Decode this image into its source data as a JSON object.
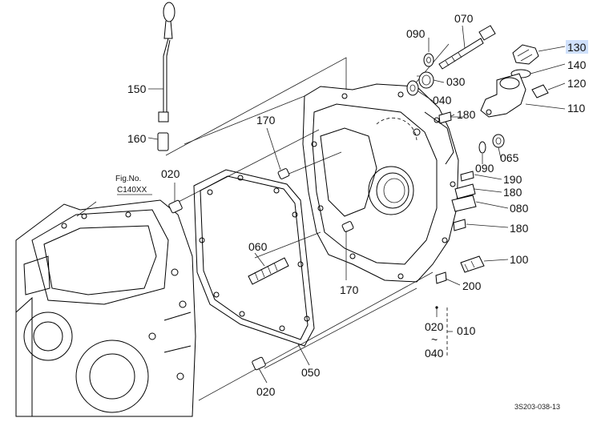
{
  "reference": {
    "title": "Fig.No.",
    "code": "C140XX"
  },
  "drawing_code": "3S203-038-13",
  "highlighted_part": "130",
  "highlight_color": "#cfe0fb",
  "callouts": {
    "p070": "070",
    "p090a": "090",
    "p130": "130",
    "p140": "140",
    "p120": "120",
    "p110": "110",
    "p030": "030",
    "p040": "040",
    "p180a": "180",
    "p150": "150",
    "p160": "160",
    "p170a": "170",
    "p065": "065",
    "p090b": "090",
    "p190": "190",
    "p180b": "180",
    "p080": "080",
    "p180c": "180",
    "p020a": "020",
    "p060": "060",
    "p100": "100",
    "p200": "200",
    "p170b": "170",
    "p020b": "020",
    "p010": "010",
    "p040b": "040",
    "tilde": "~",
    "p050": "050",
    "p020c": "020"
  }
}
